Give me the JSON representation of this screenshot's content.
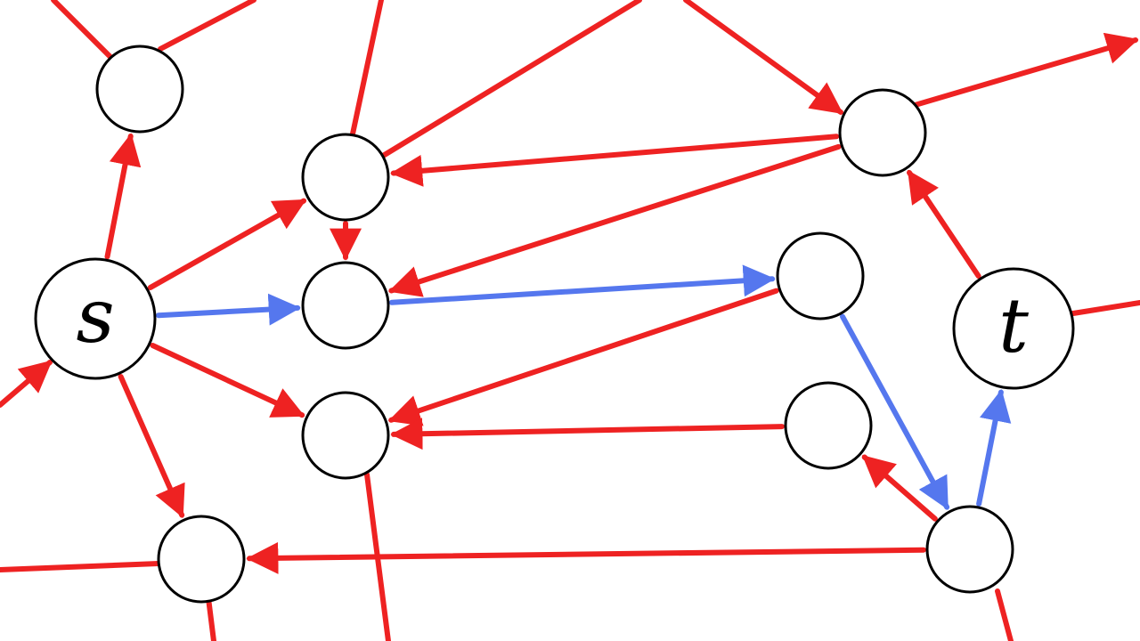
{
  "diagram": {
    "type": "directed-graph",
    "colors": {
      "default_edge": "#ee2222",
      "path_edge": "#5577ee",
      "node_fill": "#ffffff",
      "node_stroke": "#000000"
    },
    "nodes": [
      {
        "id": "s",
        "label": "s"
      },
      {
        "id": "t",
        "label": "t"
      },
      {
        "id": "a",
        "label": ""
      },
      {
        "id": "b",
        "label": ""
      },
      {
        "id": "c",
        "label": ""
      },
      {
        "id": "d",
        "label": ""
      },
      {
        "id": "e",
        "label": ""
      },
      {
        "id": "f",
        "label": ""
      },
      {
        "id": "g",
        "label": ""
      },
      {
        "id": "h",
        "label": ""
      },
      {
        "id": "i",
        "label": ""
      },
      {
        "id": "j",
        "label": ""
      }
    ],
    "edges": [
      {
        "from": "s",
        "to": "a",
        "style": "default"
      },
      {
        "from": "s",
        "to": "b",
        "style": "default"
      },
      {
        "from": "s",
        "to": "c",
        "style": "path"
      },
      {
        "from": "s",
        "to": "d",
        "style": "default"
      },
      {
        "from": "s",
        "to": "e",
        "style": "default"
      },
      {
        "from": "b",
        "to": "c",
        "style": "default"
      },
      {
        "from": "g",
        "to": "b",
        "style": "default"
      },
      {
        "from": "g",
        "to": "c",
        "style": "default"
      },
      {
        "from": "c",
        "to": "f",
        "style": "path"
      },
      {
        "from": "f",
        "to": "d",
        "style": "default"
      },
      {
        "from": "f",
        "to": "i",
        "style": "path"
      },
      {
        "from": "h",
        "to": "d",
        "style": "default"
      },
      {
        "from": "i",
        "to": "t",
        "style": "path"
      },
      {
        "from": "i",
        "to": "h",
        "style": "default"
      },
      {
        "from": "i",
        "to": "e",
        "style": "default"
      },
      {
        "from": "t",
        "to": "g",
        "style": "default"
      }
    ]
  }
}
